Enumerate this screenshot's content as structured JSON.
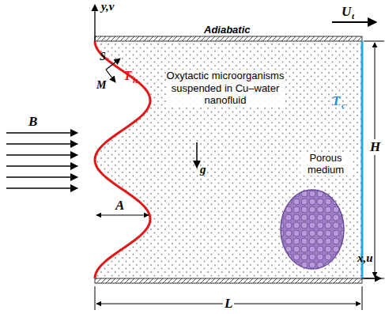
{
  "diagram": {
    "labels": [
      "y,v",
      "Adiabatic",
      "U",
      "t",
      "S",
      "M",
      "T",
      "h",
      "Oxytactic microorganisms suspended in Cu–water nanofluid",
      "T",
      "c",
      "B",
      "g",
      "Porous medium",
      "H",
      "A",
      "x,u",
      "L"
    ]
  }
}
